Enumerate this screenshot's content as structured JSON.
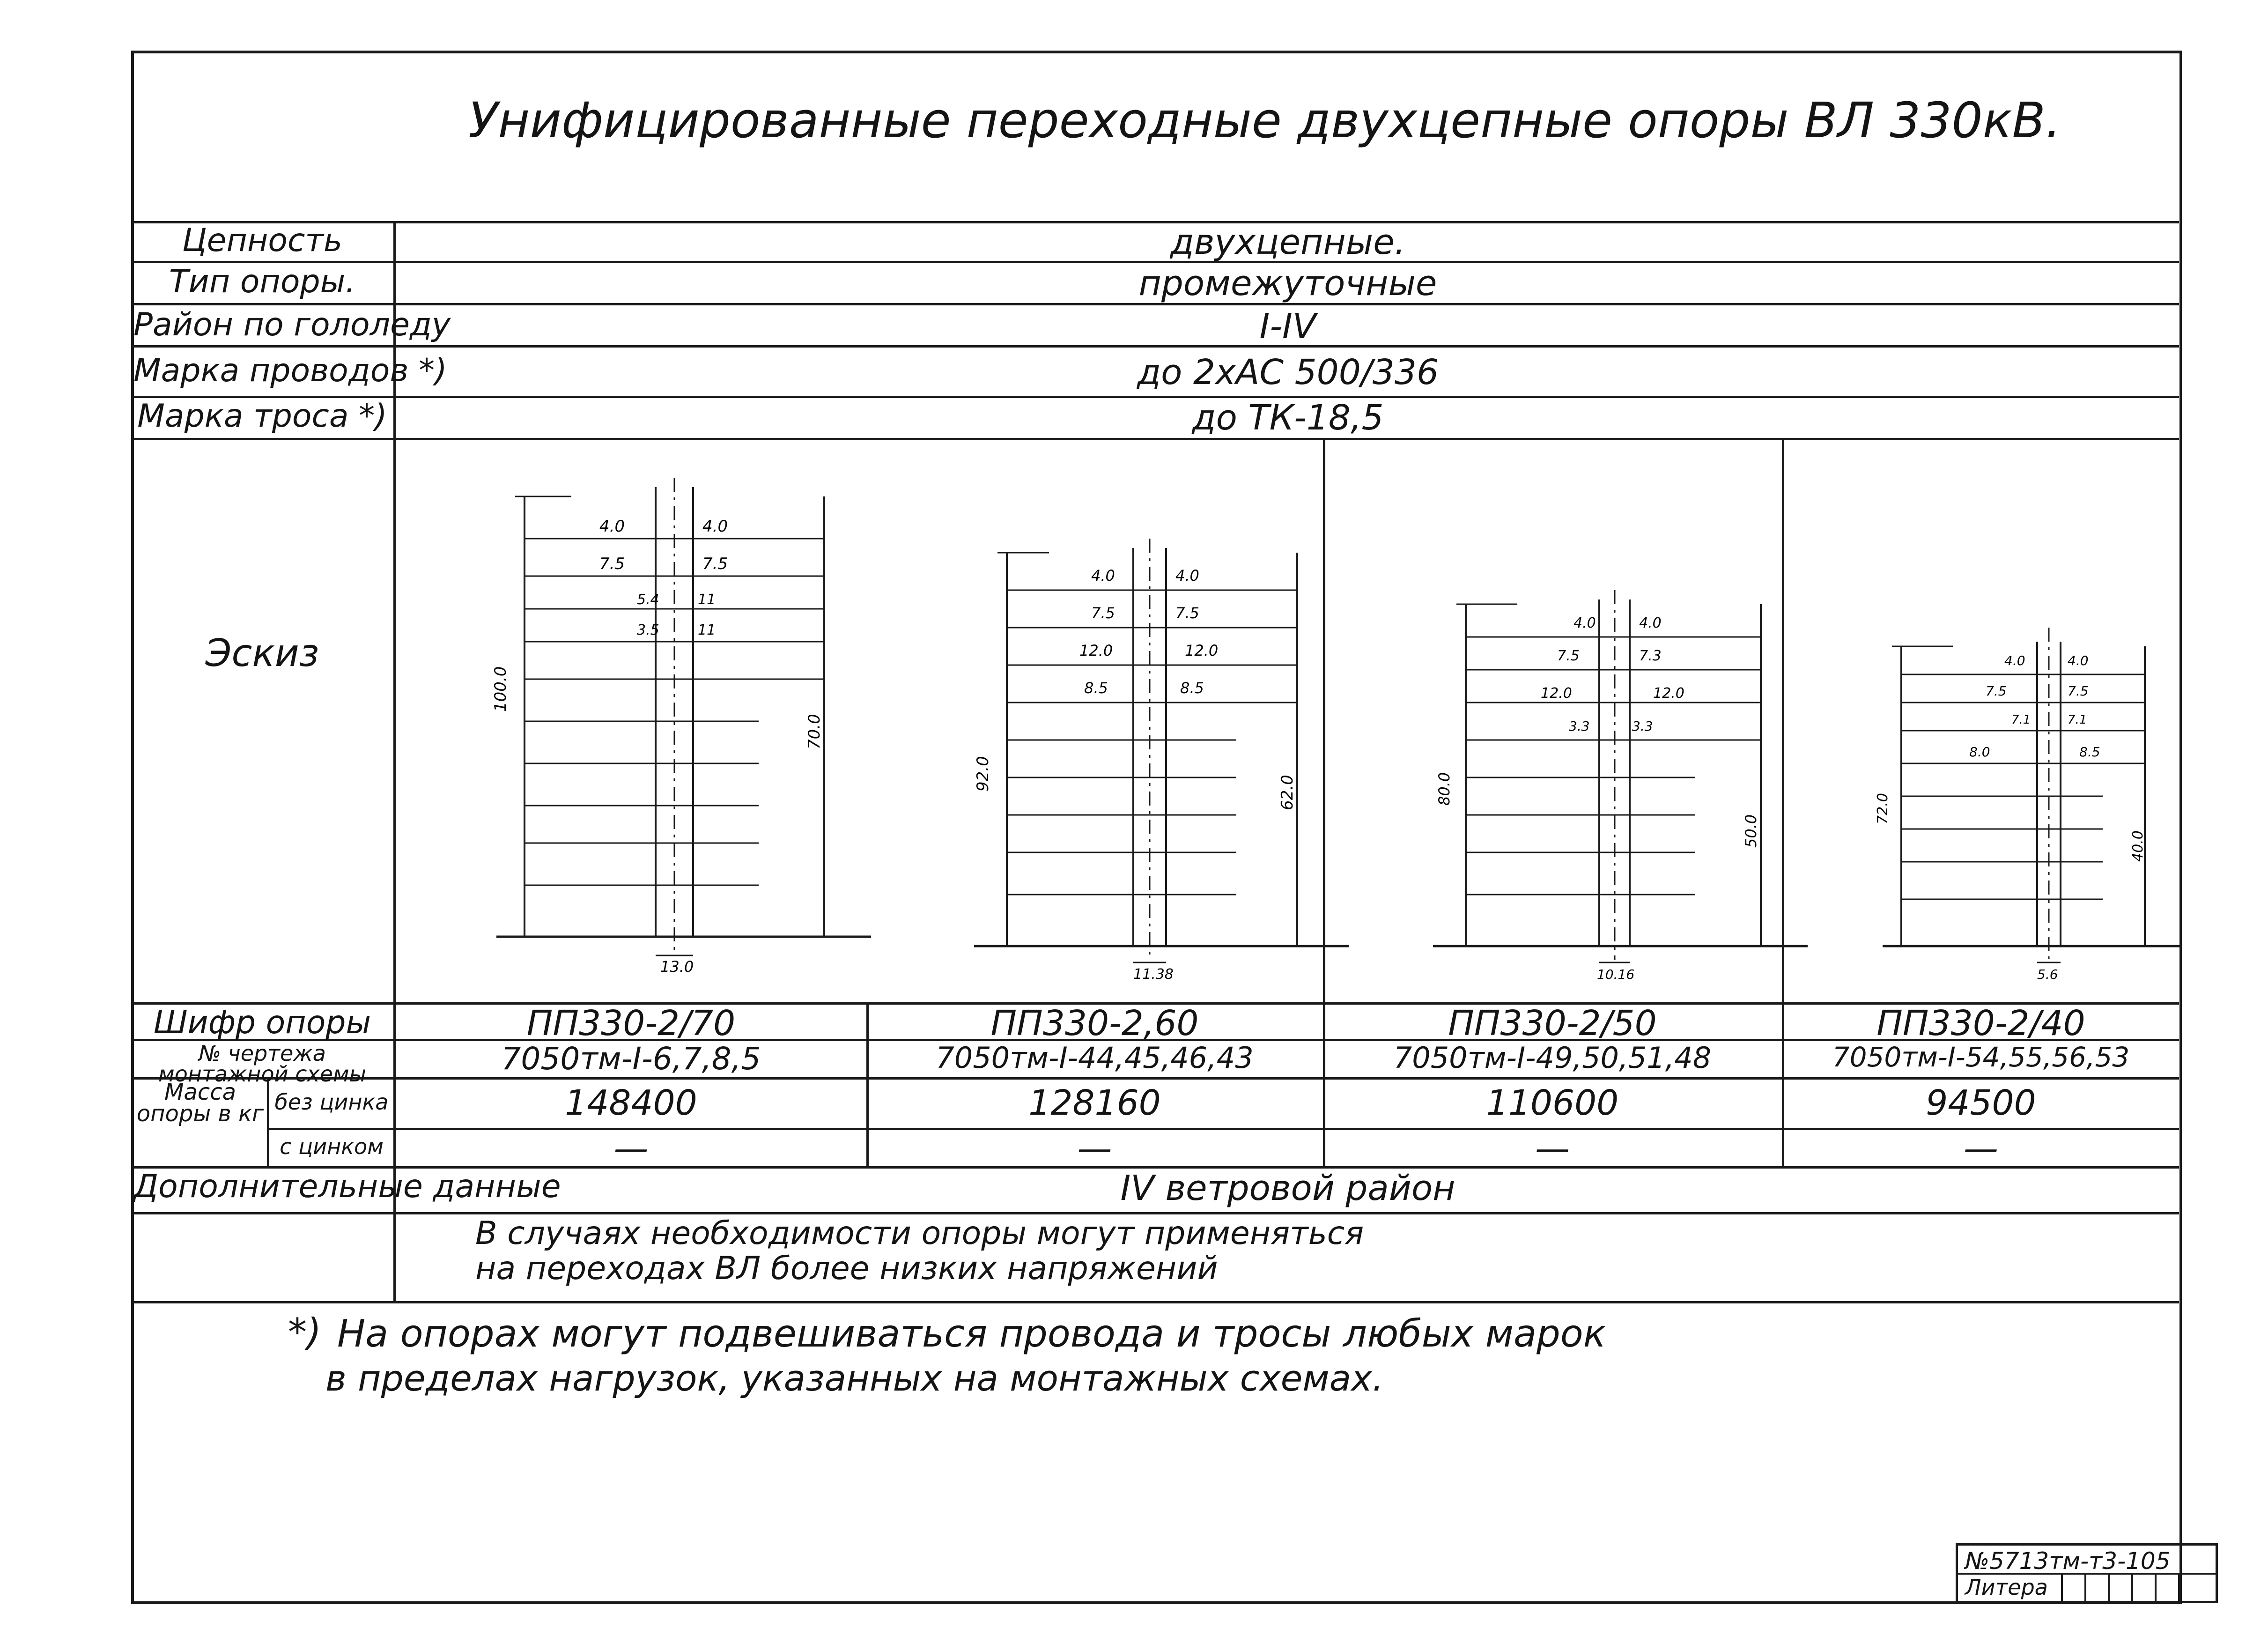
{
  "title": "Унифицированные переходные двухцепные опоры ВЛ 330кВ.",
  "specs": [
    {
      "label": "Цепность",
      "value": "двухцепные."
    },
    {
      "label": "Тип опоры.",
      "value": "промежуточные"
    },
    {
      "label": "Район по гололеду",
      "value": "I-IV"
    },
    {
      "label": "Марка проводов *)",
      "value": "до 2xAC 500/336"
    },
    {
      "label": "Марка троса *)",
      "value": "до ТК-18,5"
    }
  ],
  "sketch_label": "Эскиз",
  "towers": [
    {
      "code": "ПП330-2/70",
      "drawing": "7050тм-I-6,7,8,5",
      "mass": "148400",
      "zinc": "—",
      "height": "100.0",
      "top_height": "70.0",
      "base": "13.0",
      "arms": [
        {
          "left": "4.0",
          "right": "4.0"
        },
        {
          "left": "7.5",
          "right": "7.5"
        },
        {
          "left": "5.4",
          "right": "11"
        },
        {
          "left": "3.5",
          "right": "11"
        }
      ]
    },
    {
      "code": "ПП330-2,60",
      "drawing": "7050тм-I-44,45,46,43",
      "mass": "128160",
      "zinc": "—",
      "height": "92.0",
      "top_height": "62.0",
      "base": "11.38",
      "arms": [
        {
          "left": "4.0",
          "right": "4.0"
        },
        {
          "left": "7.5",
          "right": "7.5"
        },
        {
          "left": "12.0",
          "right": "12.0"
        },
        {
          "left": "8.5",
          "right": "8.5"
        }
      ]
    },
    {
      "code": "ПП330-2/50",
      "drawing": "7050тм-I-49,50,51,48",
      "mass": "110600",
      "zinc": "—",
      "height": "80.0",
      "top_height": "50.0",
      "base": "10.16",
      "arms": [
        {
          "left": "4.0",
          "right": "4.0"
        },
        {
          "left": "7.5",
          "right": "7.3"
        },
        {
          "left": "12.0",
          "right": "12.0"
        },
        {
          "left": "3.3",
          "right": "3.3"
        }
      ]
    },
    {
      "code": "ПП330-2/40",
      "drawing": "7050тм-I-54,55,56,53",
      "mass": "94500",
      "zinc": "—",
      "height": "72.0",
      "top_height": "40.0",
      "base": "5.6",
      "arms": [
        {
          "left": "4.0",
          "right": "4.0"
        },
        {
          "left": "7.5",
          "right": "7.5"
        },
        {
          "left": "7.1",
          "right": "7.1"
        },
        {
          "left": "8.0",
          "right": "8.5"
        }
      ]
    }
  ],
  "row_labels": {
    "code": "Шифр опоры",
    "drawing": "№ чертежа монтажной схемы",
    "mass": "Масса опоры в кг",
    "mass_plain": "без цинка",
    "mass_zinc": "с цинком",
    "extra": "Дополнительные данные"
  },
  "extra": {
    "wind": "IV ветровой район",
    "note_line1": "В случаях необходимости опоры могут применяться",
    "note_line2": "на переходах ВЛ более низких напряжений"
  },
  "footnote": {
    "marker": "*)",
    "line1": "На опорах могут подвешиваться провода и тросы любых марок",
    "line2": "в пределах нагрузок, указанных на монтажных схемах."
  },
  "stamp": {
    "number": "№5713тм-т3-105",
    "litera": "Литера"
  }
}
